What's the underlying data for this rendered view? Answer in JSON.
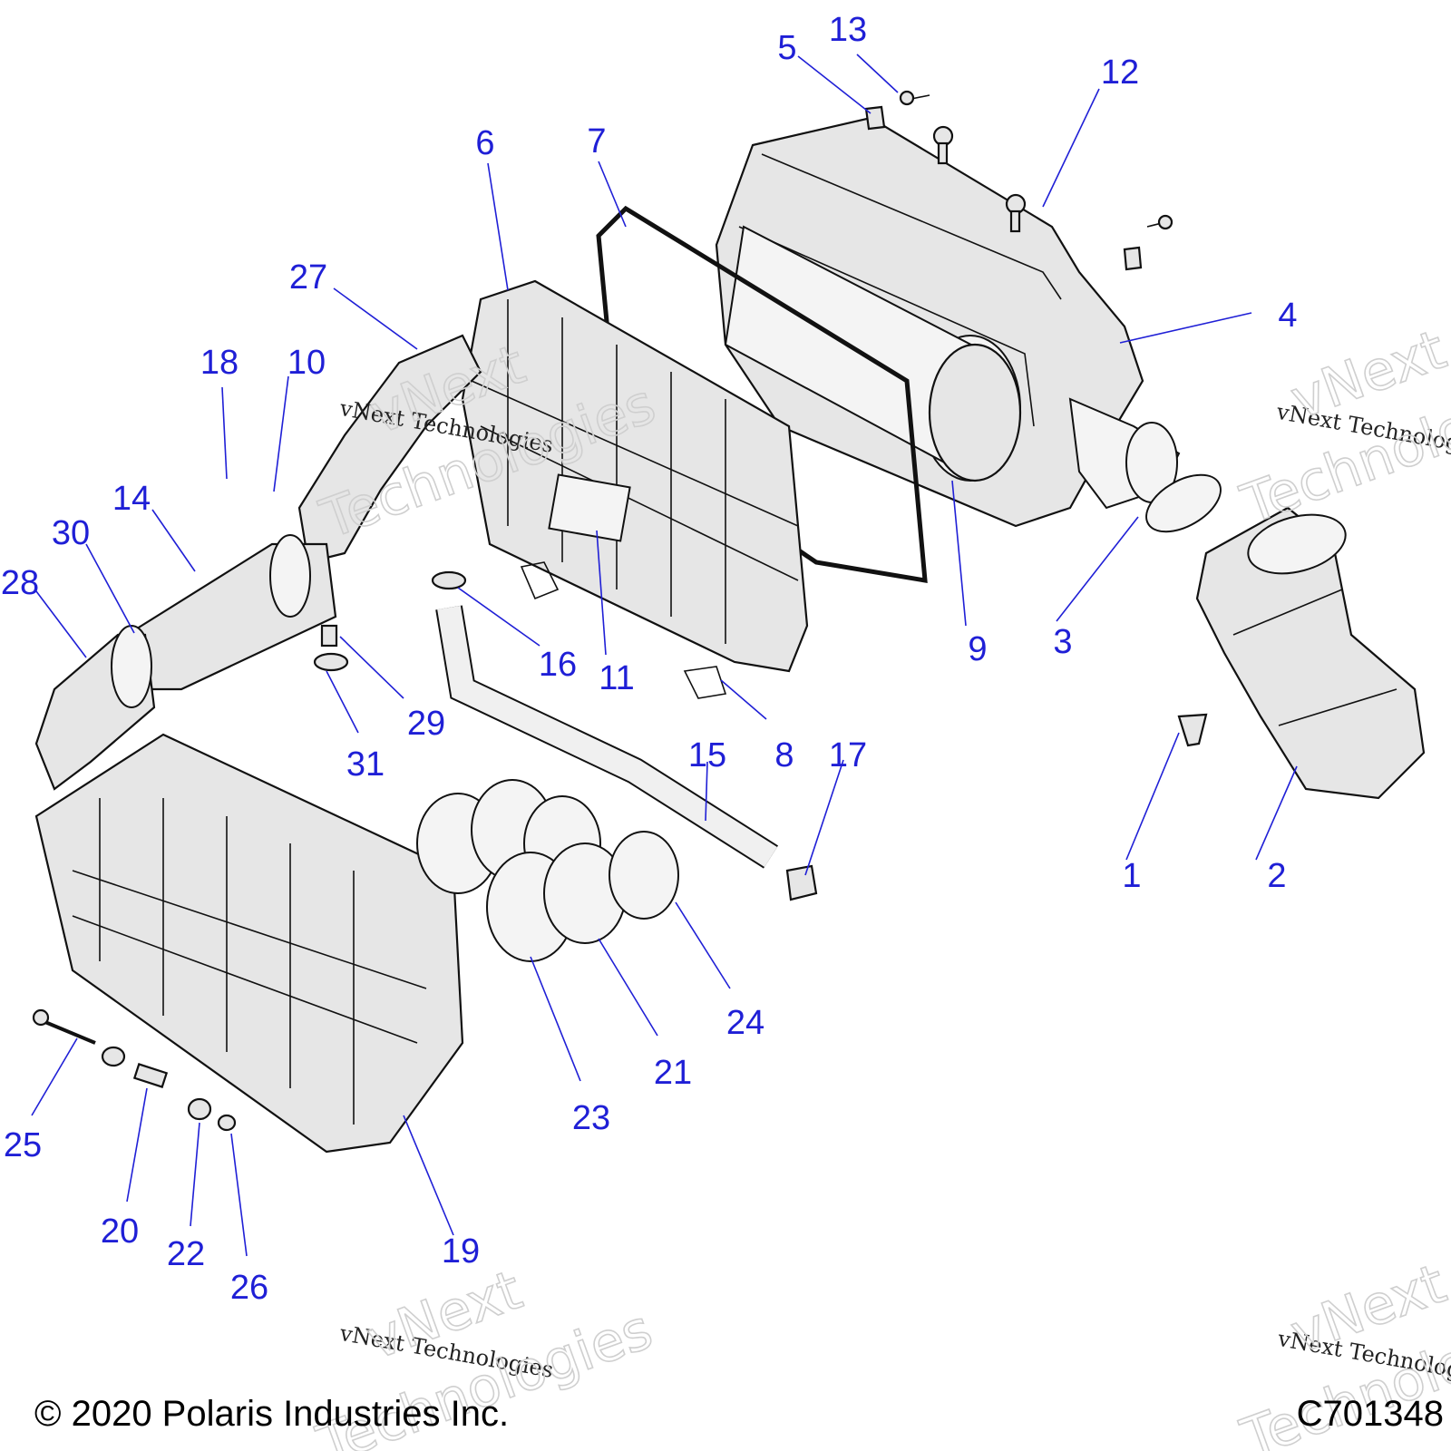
{
  "callouts": [
    "1",
    "2",
    "3",
    "4",
    "5",
    "6",
    "7",
    "8",
    "9",
    "10",
    "11",
    "12",
    "13",
    "14",
    "15",
    "16",
    "17",
    "18",
    "19",
    "20",
    "21",
    "22",
    "23",
    "24",
    "25",
    "26",
    "27",
    "28",
    "29",
    "30",
    "31"
  ],
  "watermark": {
    "line1": "vNext Technologies",
    "big_line1": "vNext",
    "big_line2": "Technologies"
  },
  "footer": {
    "copyright": "© 2020 Polaris Industries Inc.",
    "diagram_code": "C701348"
  },
  "colors": {
    "callout": "#1f1fd6",
    "part_fill": "#e6e6e6",
    "outline": "#111111"
  }
}
